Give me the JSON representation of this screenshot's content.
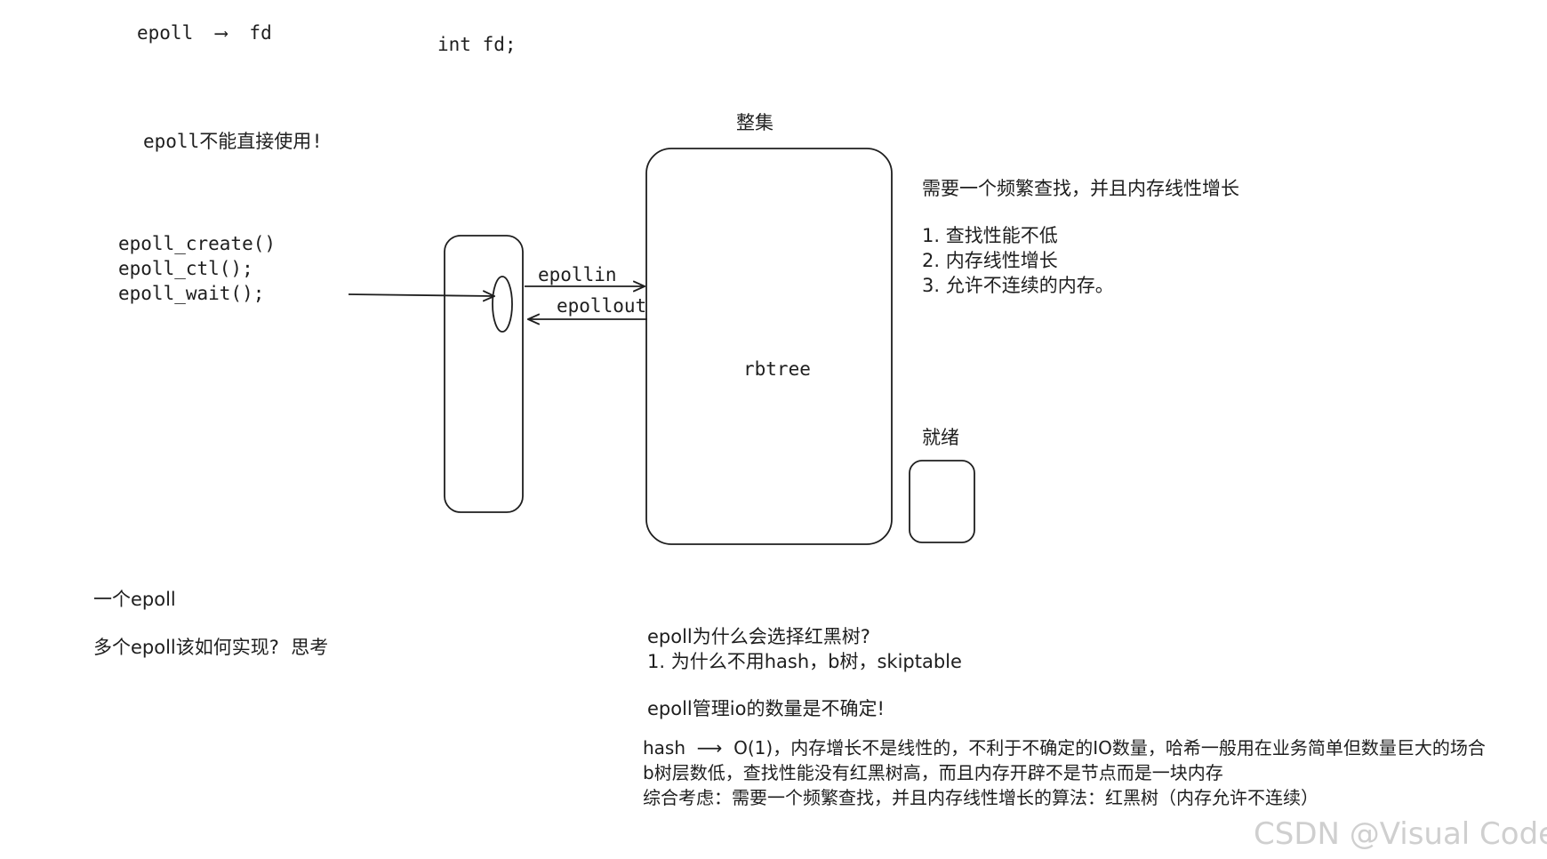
{
  "top_notes": {
    "epoll_fd": "epoll  ⟶  fd",
    "int_fd": "int fd;"
  },
  "not_direct": "epoll不能直接使用!",
  "api_calls": [
    "epoll_create()",
    "epoll_ctl();",
    "epoll_wait();"
  ],
  "arrows": {
    "in_label": "epollin",
    "out_label": "epollout"
  },
  "full_set": {
    "title": "整集",
    "content": "rbtree"
  },
  "ready": {
    "title": "就绪"
  },
  "requirements": {
    "heading": "需要一个频繁查找，并且内存线性增长",
    "items": [
      "1. 查找性能不低",
      "2. 内存线性增长",
      "3. 允许不连续的内存。"
    ]
  },
  "bottom_left": {
    "one": "一个epoll",
    "many": "多个epoll该如何实现?  思考"
  },
  "why": {
    "question": "epoll为什么会选择红黑树?",
    "sub": "1. 为什么不用hash，b树，skiptable",
    "uncertain": "epoll管理io的数量是不确定!",
    "lines": [
      "hash  ⟶  O(1)，内存增长不是线性的，不利于不确定的IO数量，哈希一般用在业务简单但数量巨大的场合",
      "b树层数低，查找性能没有红黑树高，而且内存开辟不是节点而是一块内存",
      "综合考虑：需要一个频繁查找，并且内存线性增长的算法：红黑树（内存允许不连续）"
    ]
  },
  "watermark": "CSDN @Visual Code"
}
